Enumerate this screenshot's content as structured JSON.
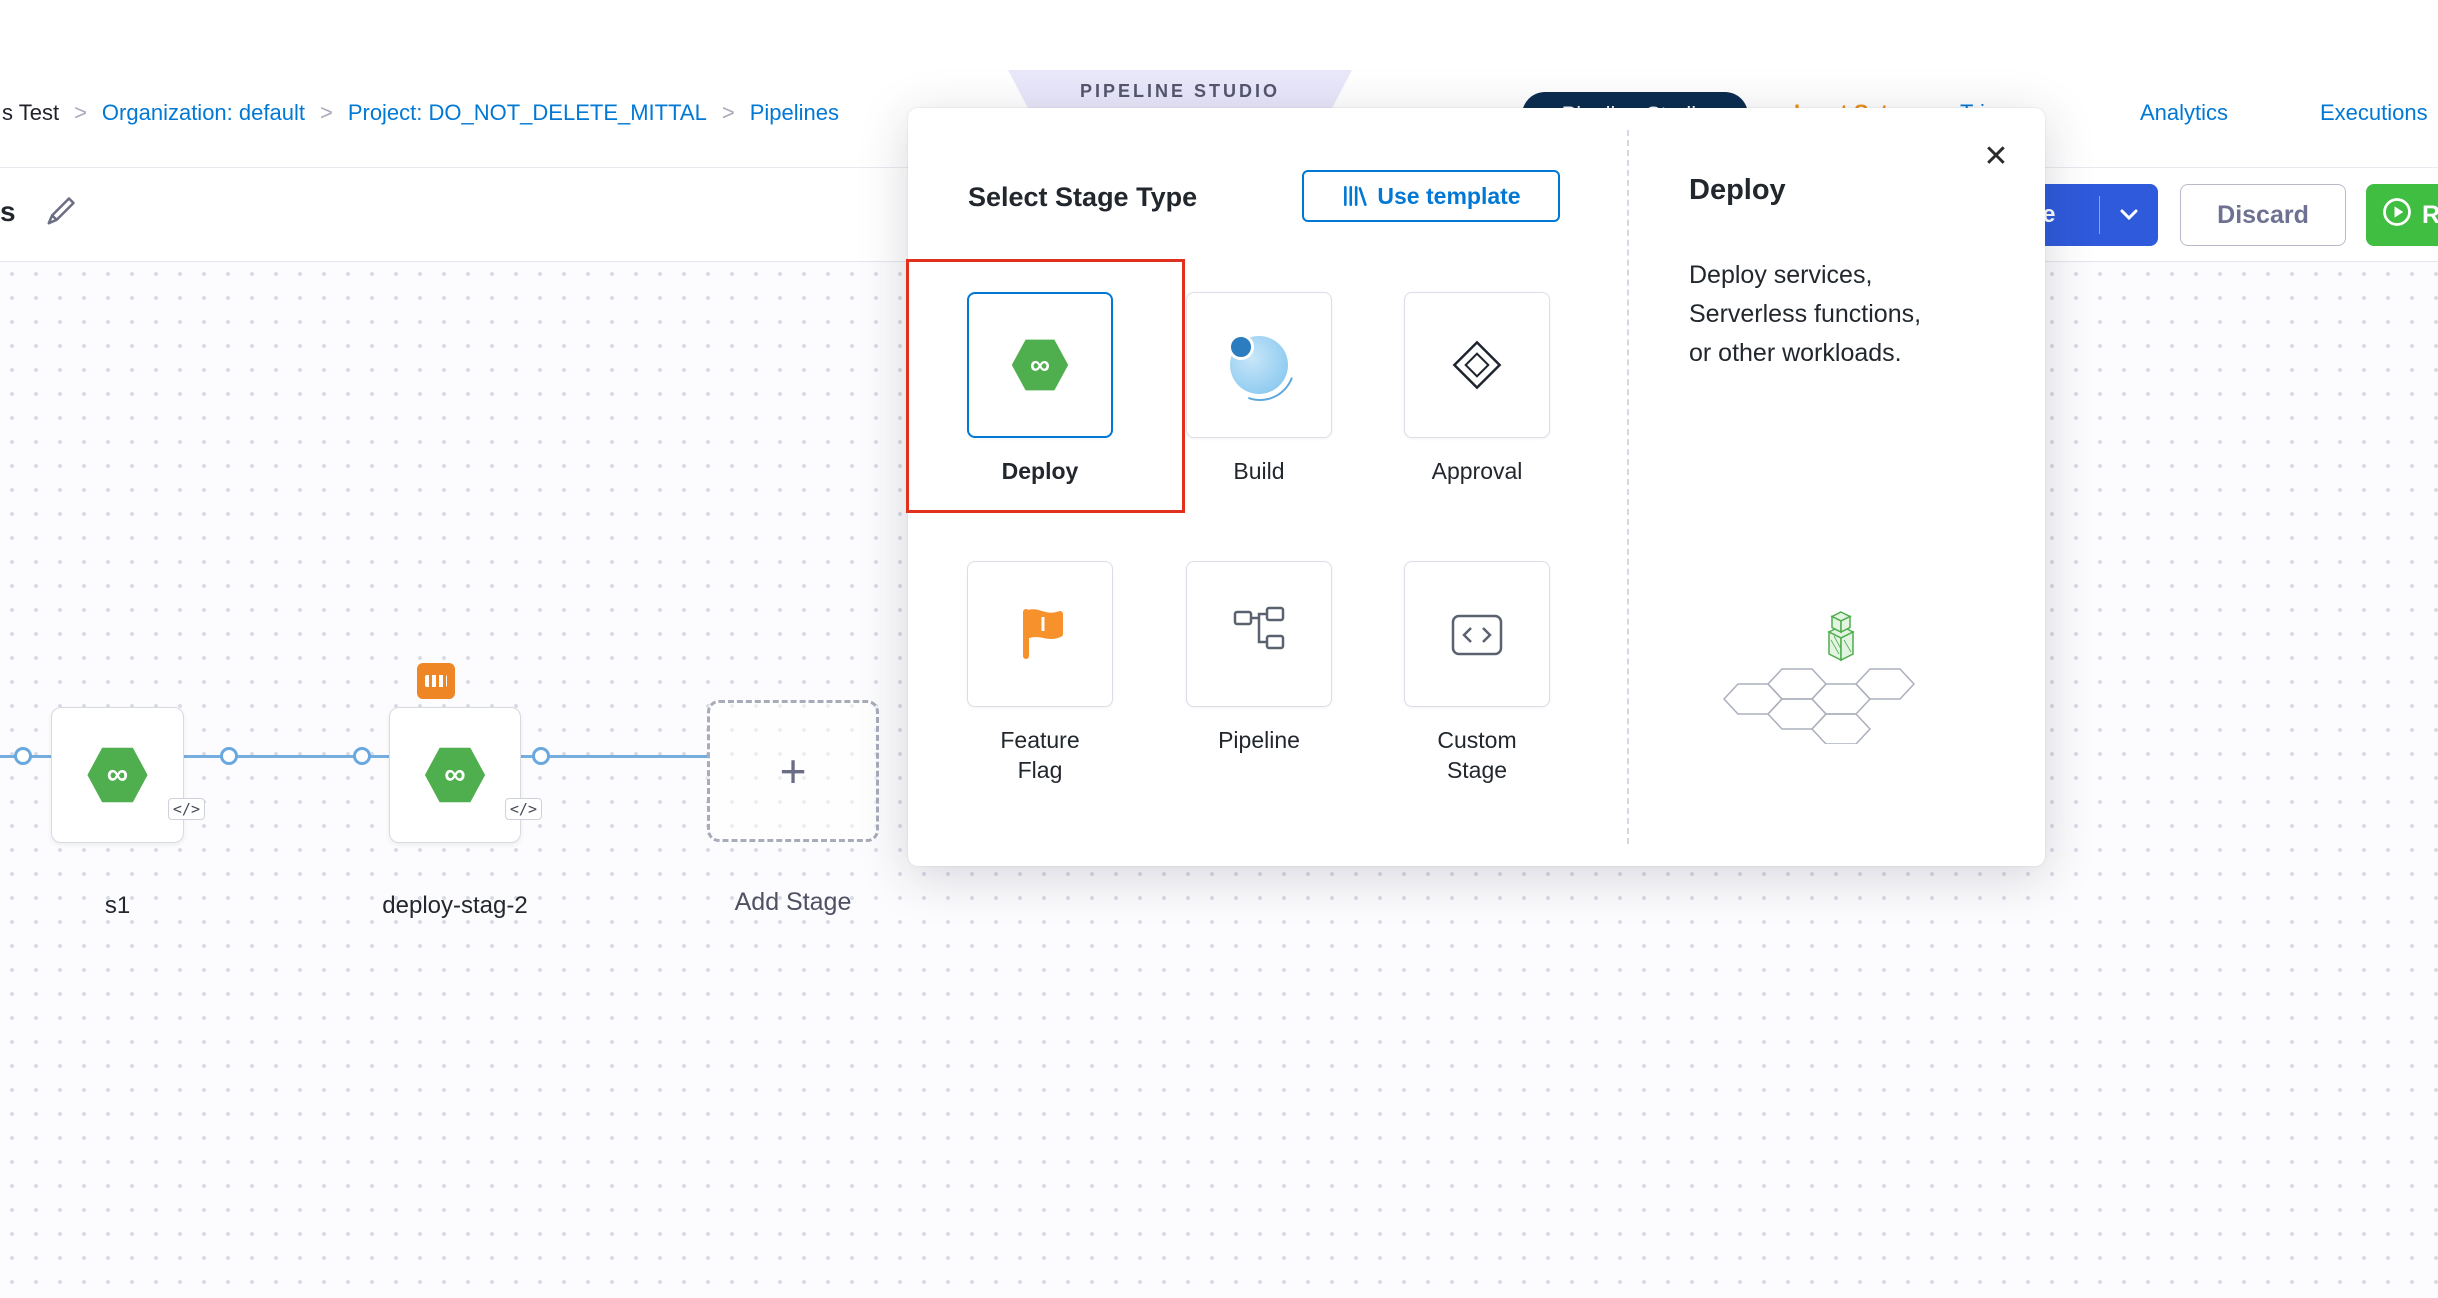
{
  "breadcrumb": {
    "separator": ">",
    "items": [
      {
        "label": "s Test"
      },
      {
        "label": "Organization: default"
      },
      {
        "label": "Project: DO_NOT_DELETE_MITTAL"
      },
      {
        "label": "Pipelines"
      }
    ]
  },
  "header": {
    "studio_tag": "PIPELINE STUDIO",
    "tabs": {
      "active": "Pipeline Studio",
      "input_sets": "Input Sets",
      "triggers": "Triggers",
      "analytics": "Analytics",
      "executions": "Executions"
    },
    "toolbar": {
      "pipeline_name_fragment": "s",
      "save": "Save",
      "discard": "Discard",
      "run": "Run"
    }
  },
  "canvas": {
    "stages": [
      {
        "name": "s1"
      },
      {
        "name": "deploy-stag-2"
      }
    ],
    "add_stage": "Add Stage",
    "add_stage_plus": "+",
    "code_chip": "</>"
  },
  "modal": {
    "title": "Select Stage Type",
    "use_template": "Use template",
    "close_glyph": "✕",
    "stage_types": [
      {
        "label": "Deploy",
        "icon": "deploy-hexagon-icon",
        "selected": true
      },
      {
        "label": "Build",
        "icon": "build-ci-icon",
        "selected": false
      },
      {
        "label": "Approval",
        "icon": "approval-stamp-icon",
        "selected": false
      },
      {
        "label": "Feature Flag",
        "icon": "feature-flag-icon",
        "selected": false
      },
      {
        "label": "Pipeline",
        "icon": "pipeline-chain-icon",
        "selected": false
      },
      {
        "label": "Custom Stage",
        "icon": "custom-stage-icon",
        "selected": false
      }
    ],
    "detail": {
      "title": "Deploy",
      "description": "Deploy services, Serverless functions, or other workloads."
    }
  },
  "icons": {
    "infinity_glyph": "∞"
  },
  "colors": {
    "link_blue": "#0278D5",
    "harness_green": "#4FAE4E",
    "save_blue": "#2E5ADB",
    "run_green": "#40BE42",
    "pill_navy": "#0A2C4F",
    "highlight_red": "#E0301E",
    "orange_badge": "#EE8625",
    "tab_orange": "#ED8F1C"
  }
}
